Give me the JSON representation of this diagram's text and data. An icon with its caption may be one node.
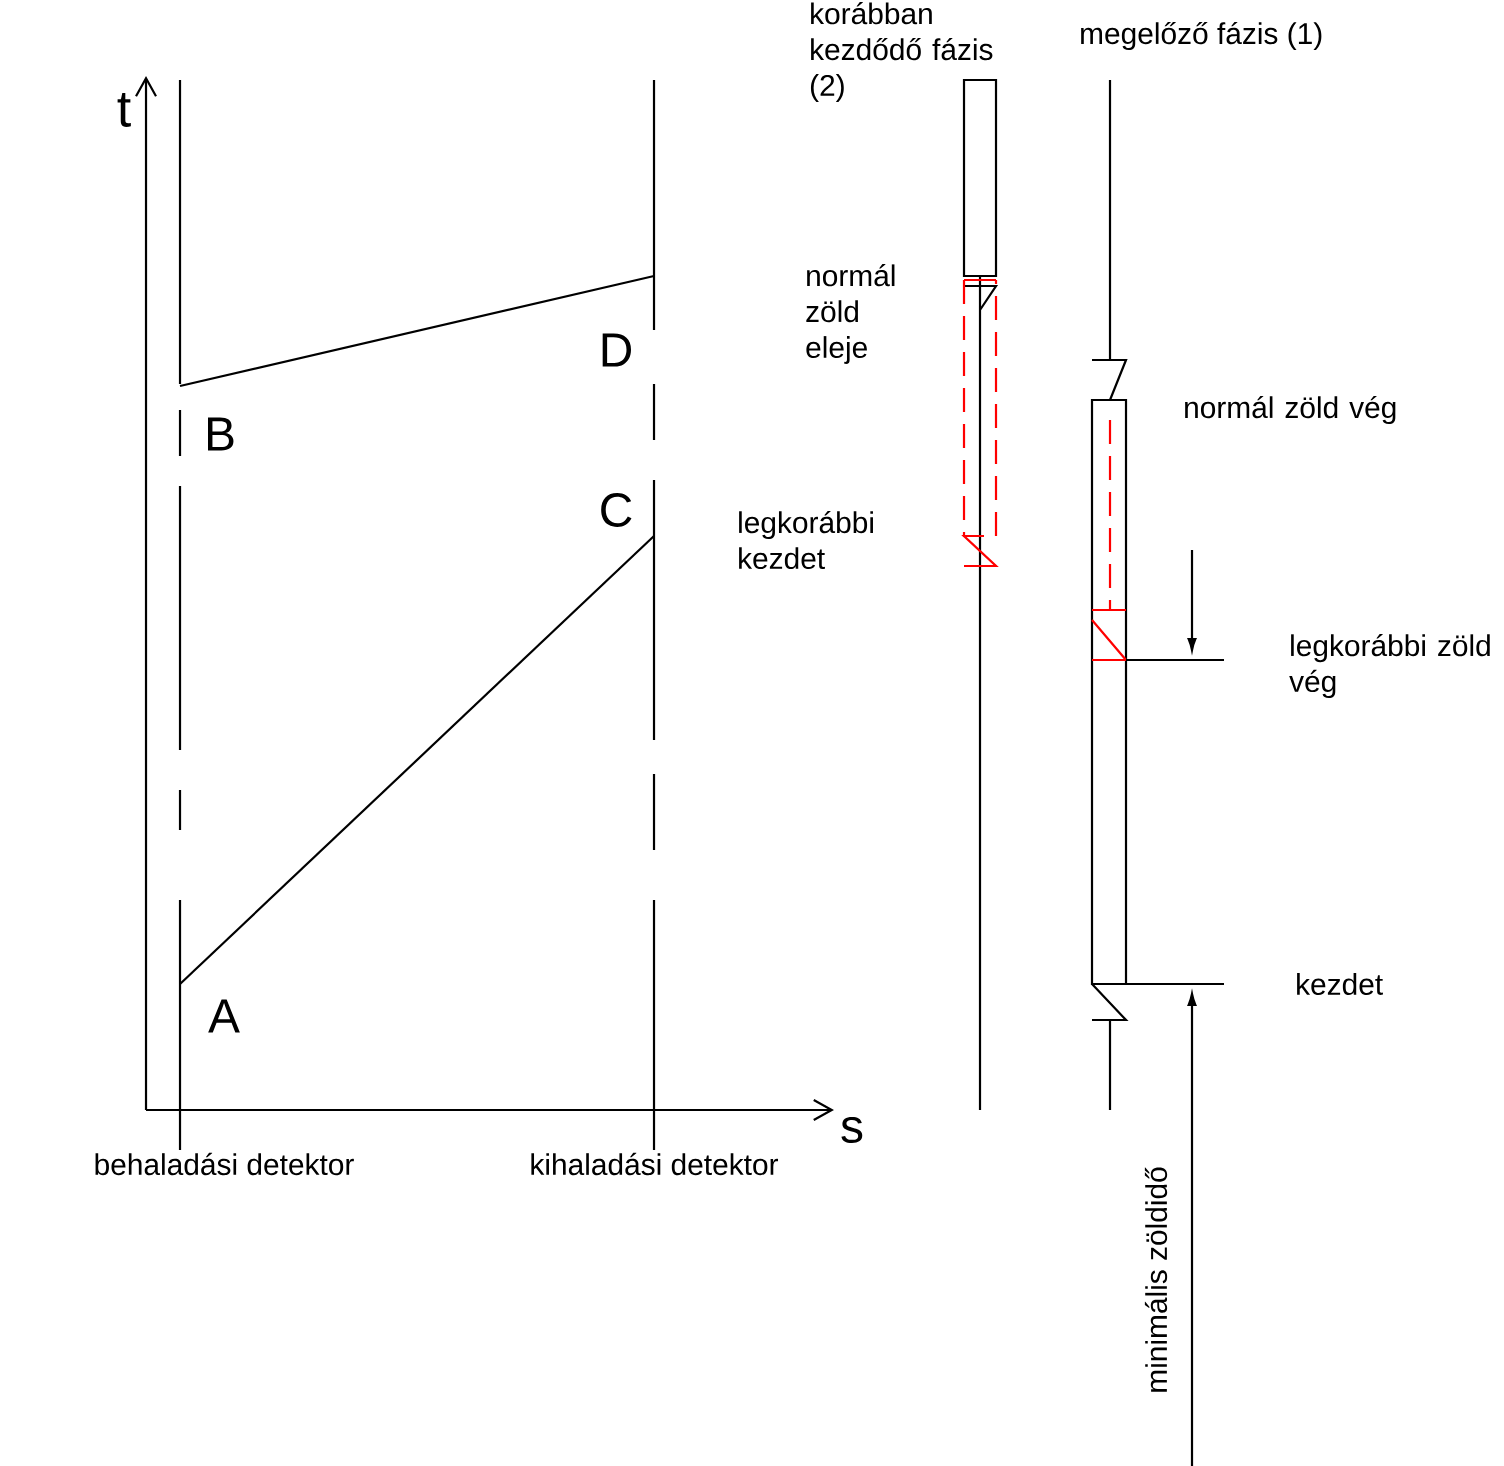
{
  "diagram": {
    "labels": [
      "t",
      "korábban kezdődő fázis (2)",
      "megelőző fázis (1)",
      "normál zöld eleje",
      "D",
      "normál zöld vég",
      "B",
      "C",
      "legkorábbi kezdet",
      "legkorábbi zöld vég",
      "A",
      "kezdet",
      "s",
      "behaladási detektor",
      "kihaladási detektor",
      "minimális zöldidő"
    ]
  }
}
